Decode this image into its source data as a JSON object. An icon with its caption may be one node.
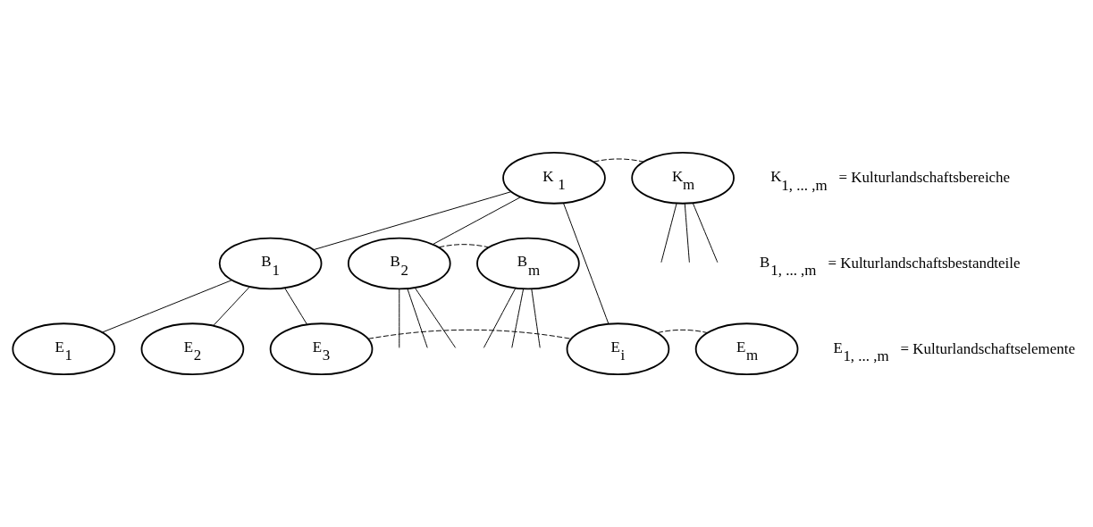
{
  "diagram": {
    "nodes": [
      {
        "text": [
          "K $_{1}$"
        ]
      },
      {
        "text": [
          "K$_{m}$"
        ]
      },
      {
        "text": [
          "B$_{1}$"
        ]
      },
      {
        "text": [
          "B$_{2}$"
        ]
      },
      {
        "text": [
          "B$_{m}$"
        ]
      },
      {
        "text": [
          "E$_{1}$"
        ]
      },
      {
        "text": [
          "E$_{2}$"
        ]
      },
      {
        "text": [
          "E$_{3}$"
        ]
      },
      {
        "text": [
          "E$_{i}$"
        ]
      },
      {
        "text": [
          "E$_{m}$"
        ]
      }
    ],
    "edges": [
      {
        "from": 0,
        "to": 1,
        "arrow": "none",
        "style": "dashed"
      },
      {
        "from": 0,
        "to": 2,
        "arrow": "none"
      },
      {
        "from": 0,
        "to": 3,
        "arrow": "none"
      },
      {
        "from": 0,
        "to": 8,
        "arrow": "none"
      },
      {
        "from": 1,
        "to": null,
        "arrow": "none"
      },
      {
        "from": 1,
        "to": null,
        "arrow": "none"
      },
      {
        "from": 1,
        "to": null,
        "arrow": "none"
      },
      {
        "from": 3,
        "to": 4,
        "arrow": "none",
        "style": "dashed"
      },
      {
        "from": 3,
        "to": null,
        "arrow": "none"
      },
      {
        "from": 3,
        "to": null,
        "arrow": "none"
      },
      {
        "from": 3,
        "to": null,
        "arrow": "none"
      },
      {
        "from": 4,
        "to": null,
        "arrow": "none"
      },
      {
        "from": 4,
        "to": null,
        "arrow": "none"
      },
      {
        "from": 4,
        "to": null,
        "arrow": "none"
      },
      {
        "from": 2,
        "to": 5,
        "arrow": "none"
      },
      {
        "from": 2,
        "to": 6,
        "arrow": "none"
      },
      {
        "from": 2,
        "to": 7,
        "arrow": "none"
      },
      {
        "from": 7,
        "to": 8,
        "arrow": "none",
        "style": "dashed"
      },
      {
        "from": 8,
        "to": 9,
        "arrow": "none",
        "style": "dashed"
      }
    ],
    "labels": [
      "K$_{1, ... ,m}$ = Kulturlandschaftsbereiche",
      "B$_{1, ... ,m}$ = Kulturlandschaftsbestandteile",
      "E$_{1, ... ,m}$ = Kulturlandschaftselemente"
    ]
  }
}
